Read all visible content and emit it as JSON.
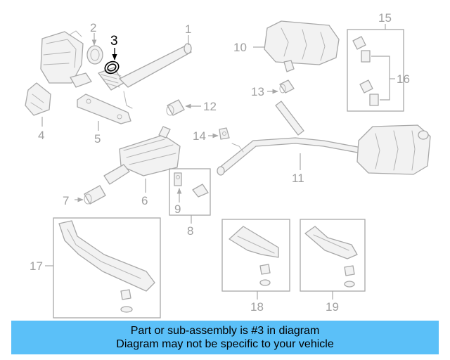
{
  "diagram": {
    "highlighted_callout": "3",
    "callouts": [
      "1",
      "2",
      "3",
      "4",
      "5",
      "6",
      "7",
      "8",
      "9",
      "10",
      "11",
      "12",
      "13",
      "14",
      "15",
      "16",
      "17",
      "18",
      "19"
    ]
  },
  "banner": {
    "line1": "Part or sub-assembly is #3 in diagram",
    "line2": "Diagram may not be specific to your vehicle",
    "background": "#5bc0f8"
  }
}
